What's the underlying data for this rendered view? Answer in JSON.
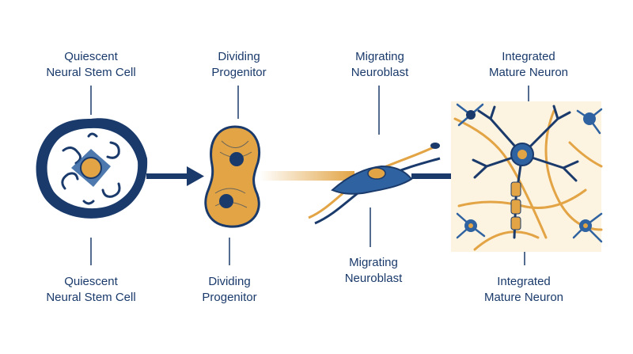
{
  "top_labels": [
    {
      "line1": "Quiescent",
      "line2": "Neural Stem Cell"
    },
    {
      "line1": "Dividing",
      "line2": "Progenitor"
    },
    {
      "line1": "Migrating",
      "line2": "Neuroblast"
    },
    {
      "line1": "Integrated",
      "line2": "Mature Neuron"
    }
  ],
  "bottom_labels": [
    {
      "line1": "Quiescent",
      "line2": "Neural Stem Cell"
    },
    {
      "line1": "Dividing",
      "line2": "Progenitor"
    },
    {
      "line1": "Migrating",
      "line2": "Neuroblast"
    },
    {
      "line1": "Integrated",
      "line2": "Mature Neuron"
    }
  ],
  "colors": {
    "navy": "#1a3a6b",
    "gold": "#e2a444",
    "blue": "#2f62a0",
    "cream": "#fdf3e1"
  }
}
